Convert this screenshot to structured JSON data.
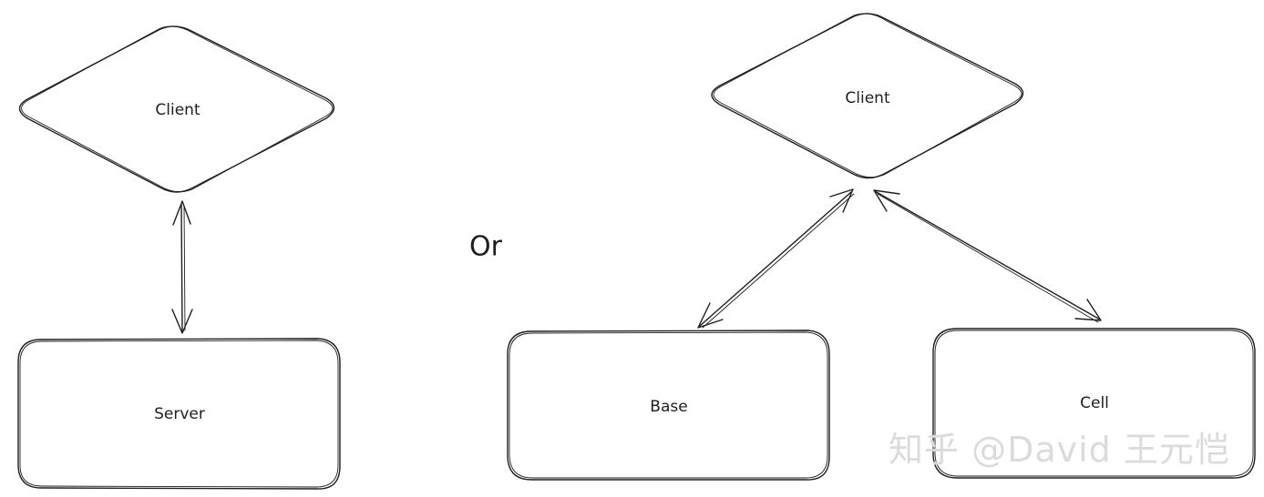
{
  "left_diagram": {
    "client_label": "Client",
    "server_label": "Server"
  },
  "separator_label": "Or",
  "right_diagram": {
    "client_label": "Client",
    "base_label": "Base",
    "cell_label": "Cell"
  },
  "watermark": "知乎 @David 王元恺"
}
